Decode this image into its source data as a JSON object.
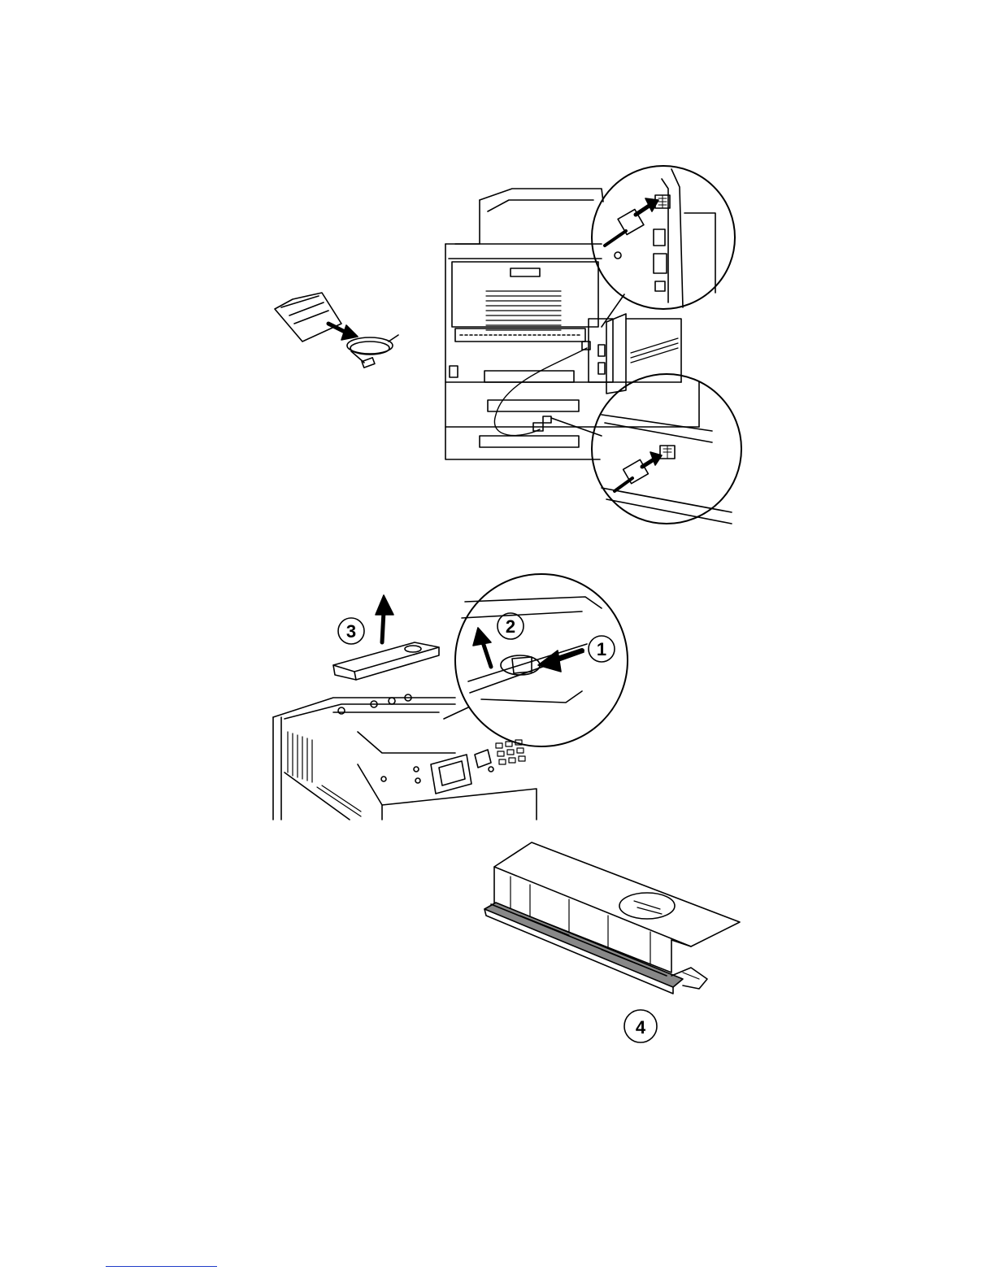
{
  "page": {
    "background": "#ffffff"
  },
  "illustrations": [
    {
      "name": "cable-connection-figure",
      "icon": "printer-rear-cable-diagram"
    },
    {
      "name": "cover-removal-figure",
      "icon": "printer-top-cover-diagram"
    },
    {
      "name": "cover-detail-figure",
      "icon": "cover-part-diagram"
    }
  ],
  "callouts": [
    "1",
    "2",
    "3",
    "4"
  ],
  "footer": {
    "link_rule_color": "#1e3cc8"
  }
}
